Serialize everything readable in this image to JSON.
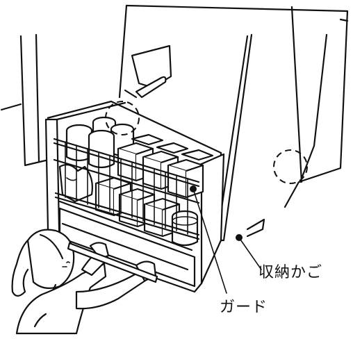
{
  "labels": {
    "basket": "収納かご",
    "guard": "ガード"
  },
  "icons": {
    "callout_marker": "filled-circle"
  }
}
